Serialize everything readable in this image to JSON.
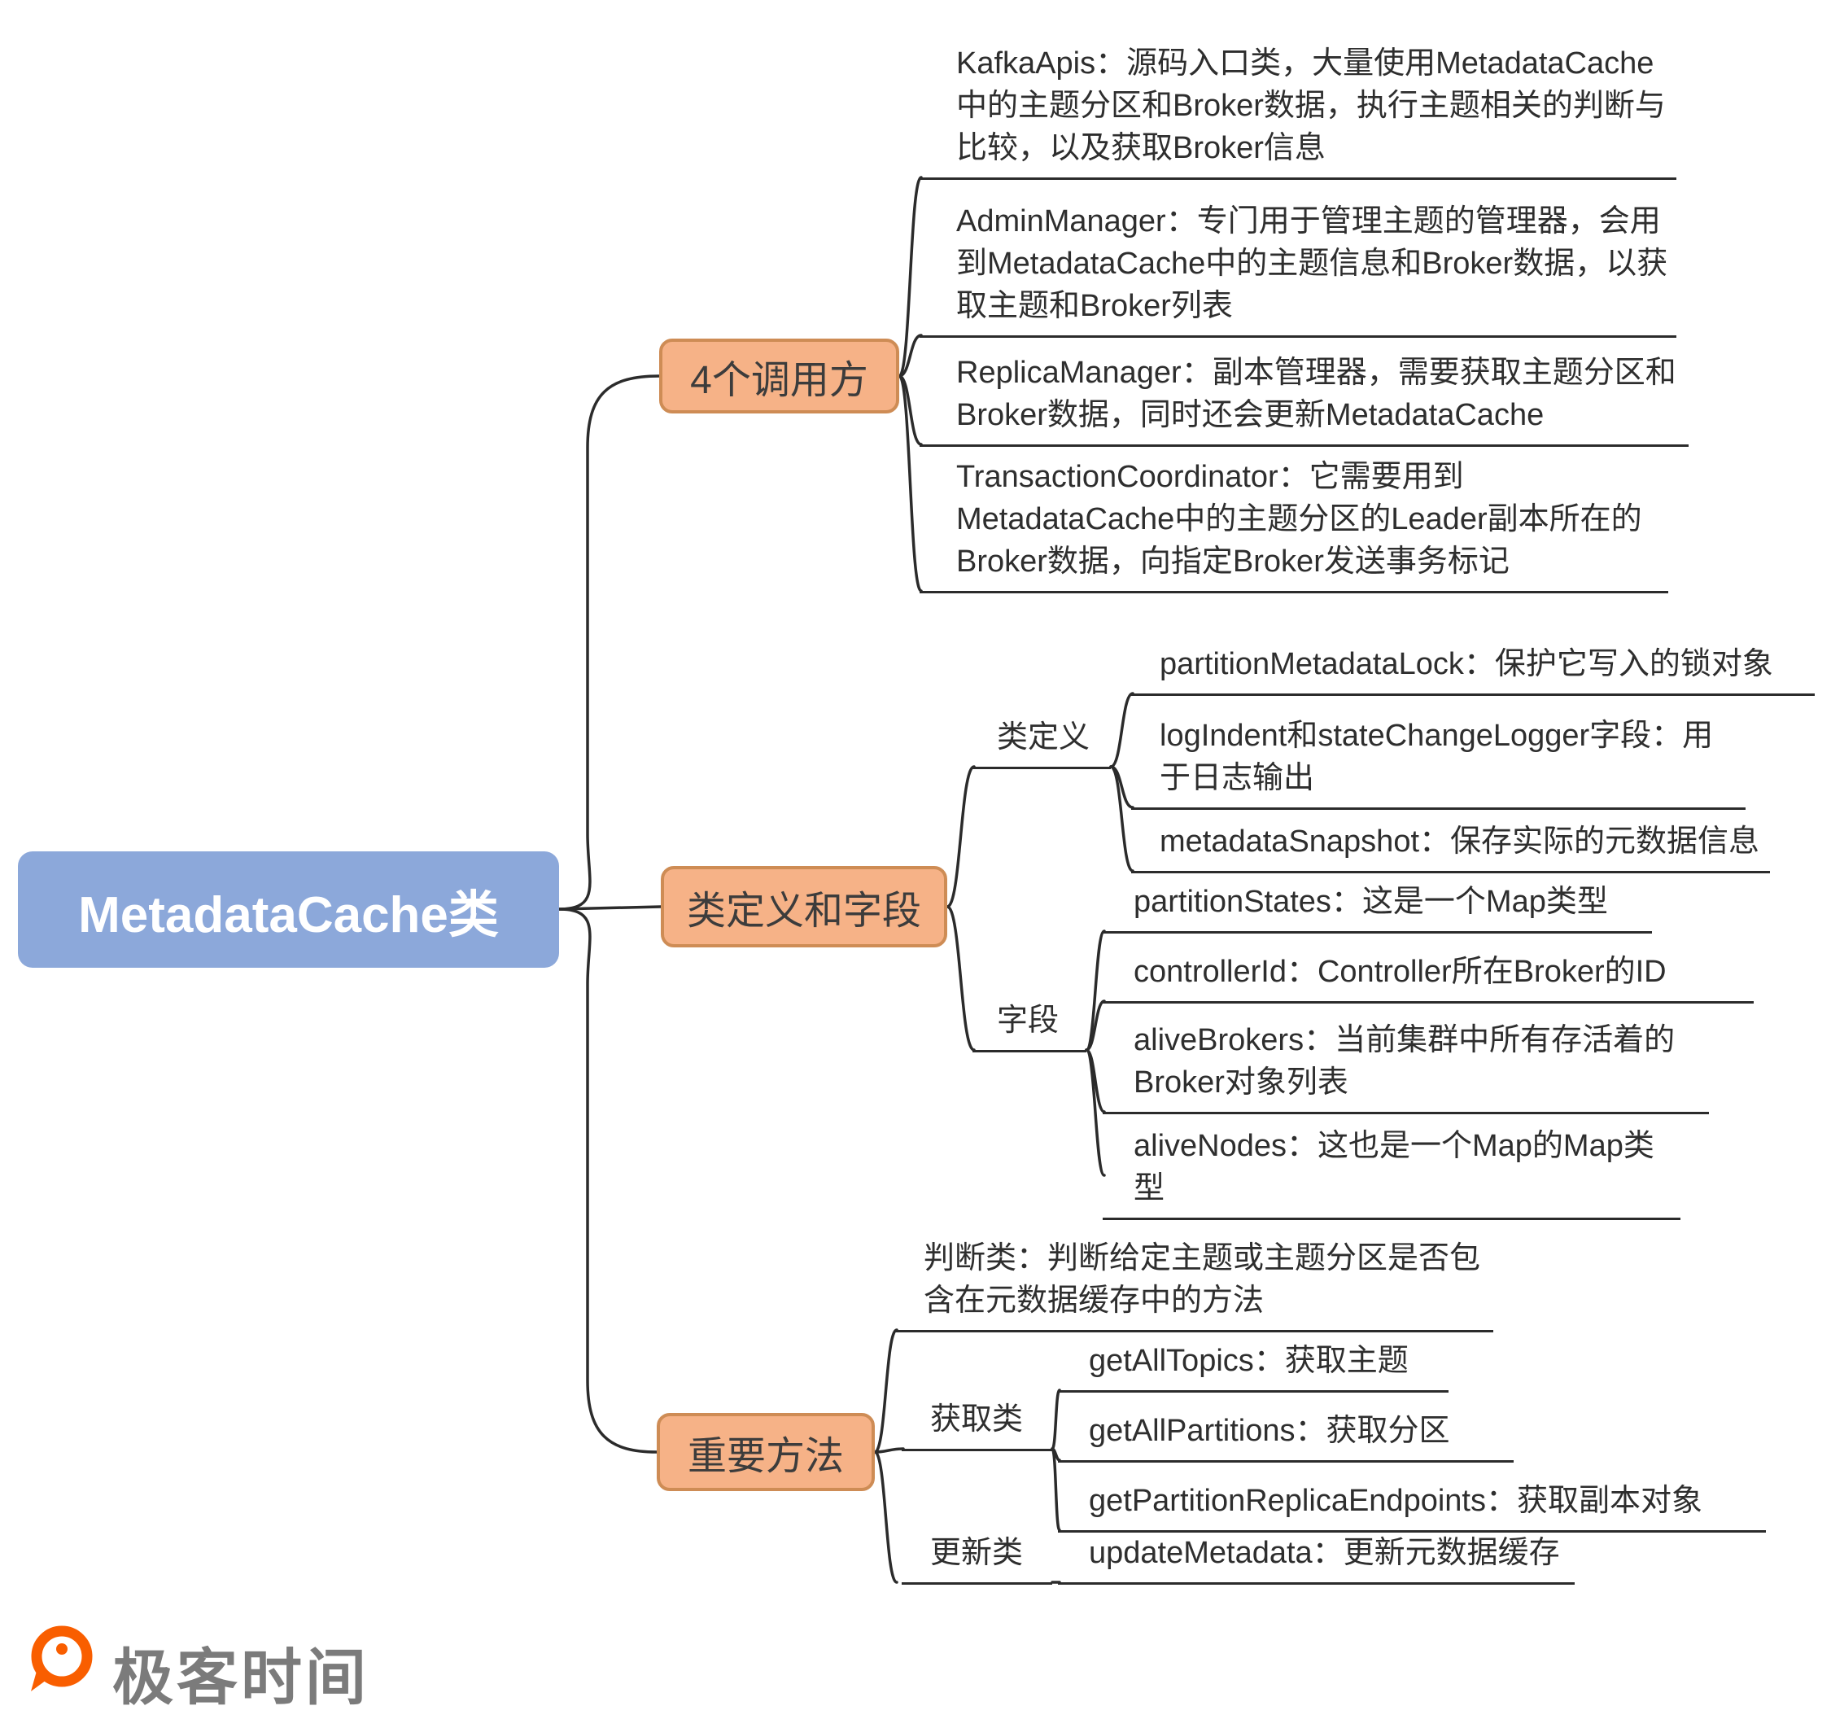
{
  "root": {
    "label": "MetadataCache类"
  },
  "branches": [
    {
      "label": "4个调用方",
      "leaves": [
        "KafkaApis：源码入口类，大量使用MetadataCache\n中的主题分区和Broker数据，执行主题相关的判断与\n比较，以及获取Broker信息",
        "AdminManager：专门用于管理主题的管理器，会用\n到MetadataCache中的主题信息和Broker数据，以获\n取主题和Broker列表",
        "ReplicaManager：副本管理器，需要获取主题分区和\nBroker数据，同时还会更新MetadataCache",
        "TransactionCoordinator：它需要用到\nMetadataCache中的主题分区的Leader副本所在的\nBroker数据，向指定Broker发送事务标记"
      ]
    },
    {
      "label": "类定义和字段",
      "groups": [
        {
          "label": "类定义",
          "leaves": [
            "partitionMetadataLock：保护它写入的锁对象",
            "logIndent和stateChangeLogger字段：用\n于日志输出",
            "metadataSnapshot：保存实际的元数据信息"
          ]
        },
        {
          "label": "字段",
          "leaves": [
            "partitionStates：这是一个Map类型",
            "controllerId：Controller所在Broker的ID",
            "aliveBrokers：当前集群中所有存活着的\nBroker对象列表",
            "aliveNodes：这也是一个Map的Map类型"
          ]
        }
      ]
    },
    {
      "label": "重要方法",
      "leaves": [
        "判断类：判断给定主题或主题分区是否包\n含在元数据缓存中的方法"
      ],
      "groups": [
        {
          "label": "获取类",
          "leaves": [
            "getAllTopics：获取主题",
            "getAllPartitions：获取分区",
            "getPartitionReplicaEndpoints：获取副本对象"
          ]
        },
        {
          "label": "更新类",
          "leaves": [
            "updateMetadata：更新元数据缓存"
          ]
        }
      ]
    }
  ],
  "footer": {
    "logo_icon": "geektime-q-logo",
    "brand": "极客时间"
  },
  "colors": {
    "root_fill": "#8CA8DA",
    "root_text": "#FFFFFF",
    "branch_fill": "#F6B287",
    "branch_border": "#CE8C55",
    "leaf_text": "#2E2E2E",
    "connector_line": "#2B2B2B",
    "brand_orange": "#F95E00",
    "brand_text": "#7B7B7B"
  }
}
